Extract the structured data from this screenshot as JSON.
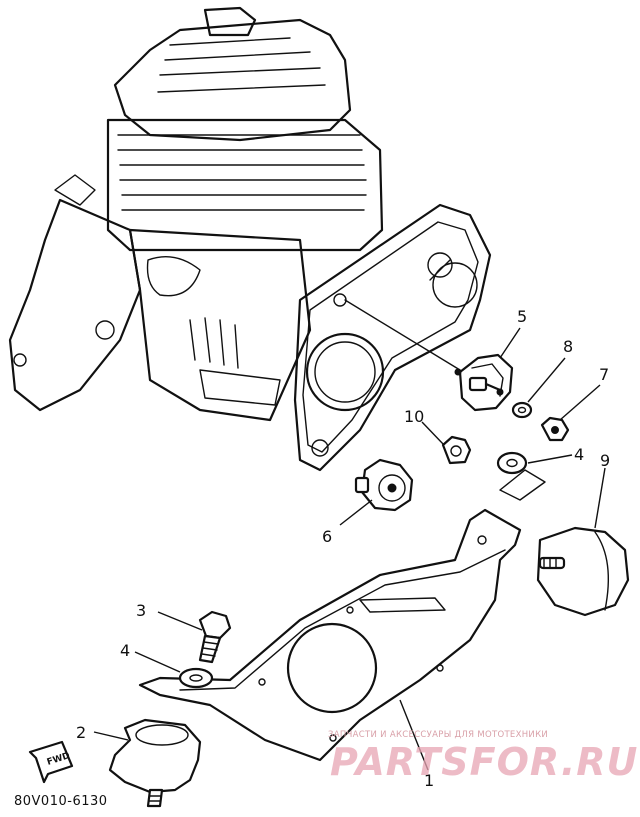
{
  "callouts": {
    "c1": "1",
    "c2": "2",
    "c3": "3",
    "c4a": "4",
    "c4b": "4",
    "c5": "5",
    "c6": "6",
    "c7": "7",
    "c8": "8",
    "c9": "9",
    "c10": "10"
  },
  "forward_arrow_label": "FWD",
  "diagram_code": "80V010-6130",
  "watermark": {
    "tagline": "ЗАПЧАСТИ И АКСЕССУАРЫ ДЛЯ МОТОТЕХНИКИ",
    "logo": "PARTSFOR.RU"
  },
  "colors": {
    "line": "#111111",
    "background": "#ffffff",
    "watermark": "#e8a5b3"
  }
}
